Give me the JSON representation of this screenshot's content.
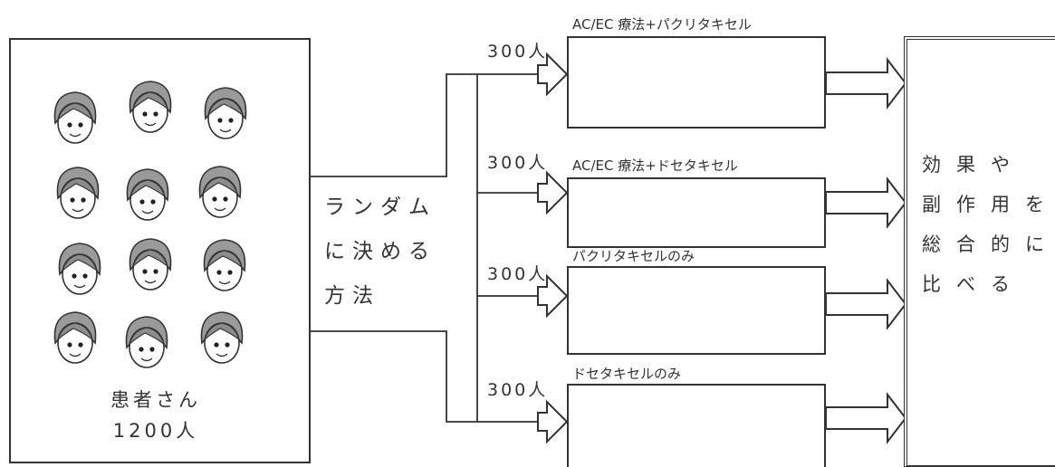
{
  "patients": {
    "label": "患者さん",
    "count": "1200人"
  },
  "method": {
    "line1": "ランダム",
    "line2": "に決める",
    "line3": "方法"
  },
  "groups": [
    {
      "count": "300人",
      "label": "AC/EC 療法+パクリタキセル"
    },
    {
      "count": "300人",
      "label": "AC/EC 療法+ドセタキセル"
    },
    {
      "count": "300人",
      "label": "パクリタキセルのみ"
    },
    {
      "count": "300人",
      "label": "ドセタキセルのみ"
    }
  ],
  "result": {
    "line1": "効果や",
    "line2": "副作用を",
    "line3": "総合的に",
    "line4": "比べる"
  }
}
